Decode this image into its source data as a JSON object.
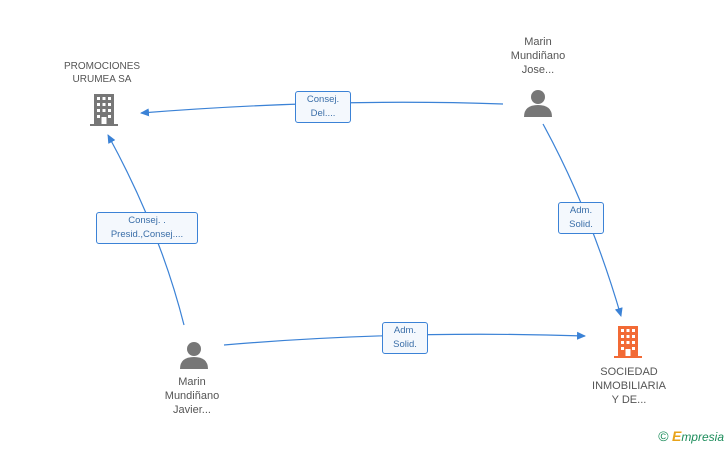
{
  "nodes": {
    "promociones": {
      "lines": [
        "PROMOCIONES",
        "URUMEA SA"
      ],
      "type": "company",
      "color": "#777777"
    },
    "marin_jose": {
      "lines": [
        "Marin",
        "Mundiñano",
        "Jose..."
      ],
      "type": "person",
      "color": "#777777"
    },
    "marin_javier": {
      "lines": [
        "Marin",
        "Mundiñano",
        "Javier..."
      ],
      "type": "person",
      "color": "#777777"
    },
    "sociedad": {
      "lines": [
        "SOCIEDAD",
        "INMOBILIARIA",
        "Y DE..."
      ],
      "type": "company",
      "color": "#f26a35"
    }
  },
  "edges": {
    "jose_to_promociones": {
      "lines": [
        "Consej.",
        "Del...."
      ]
    },
    "jose_to_sociedad": {
      "lines": [
        "Adm.",
        "Solid."
      ]
    },
    "javier_to_promociones": {
      "lines": [
        "Consej. .",
        "Presid.,Consej...."
      ]
    },
    "javier_to_sociedad": {
      "lines": [
        "Adm.",
        "Solid."
      ]
    }
  },
  "colors": {
    "edge": "#3b82d6",
    "person": "#777777",
    "company_main": "#f26a35",
    "company": "#777777"
  },
  "footer": {
    "copyright": "©",
    "brand_initial": "E",
    "brand_rest": "mpresia"
  }
}
